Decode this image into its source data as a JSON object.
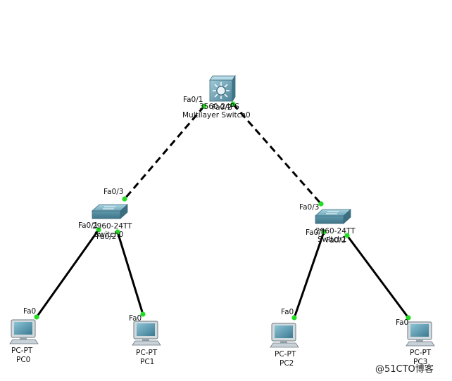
{
  "devices": {
    "mls0": {
      "model": "3560-24PS",
      "name": "Multilayer Switch0"
    },
    "sw_left": {
      "model": "2960-24TT",
      "name": "Switch0"
    },
    "sw_right": {
      "model": "2960-24TT",
      "name": "Switch1"
    },
    "pc0": {
      "model": "PC-PT",
      "name": "PC0"
    },
    "pc1": {
      "model": "PC-PT",
      "name": "PC1"
    },
    "pc2": {
      "model": "PC-PT",
      "name": "PC2"
    },
    "pc3": {
      "model": "PC-PT",
      "name": "PC3"
    }
  },
  "ports": {
    "mls_fa01": "Fa0/1",
    "mls_fa02": "Fa0/2",
    "swl_fa03": "Fa0/3",
    "swl_fa01": "Fa0/1",
    "swl_fa02": "Fa0/2",
    "swr_fa03": "Fa0/3",
    "swr_fa01": "Fa0/1",
    "swr_fa02": "Fa0/2",
    "pc0_fa0": "Fa0",
    "pc1_fa0": "Fa0",
    "pc2_fa0": "Fa0",
    "pc3_fa0": "Fa0"
  },
  "colors": {
    "link": "#000000",
    "port_dot": "#22dd22",
    "switch_body": "#5f98ac",
    "switch_top": "#8fc0d0",
    "pc_body": "#c9d2d8",
    "pc_screen": "#4f8fa6"
  },
  "watermark": "@51CTO博客"
}
